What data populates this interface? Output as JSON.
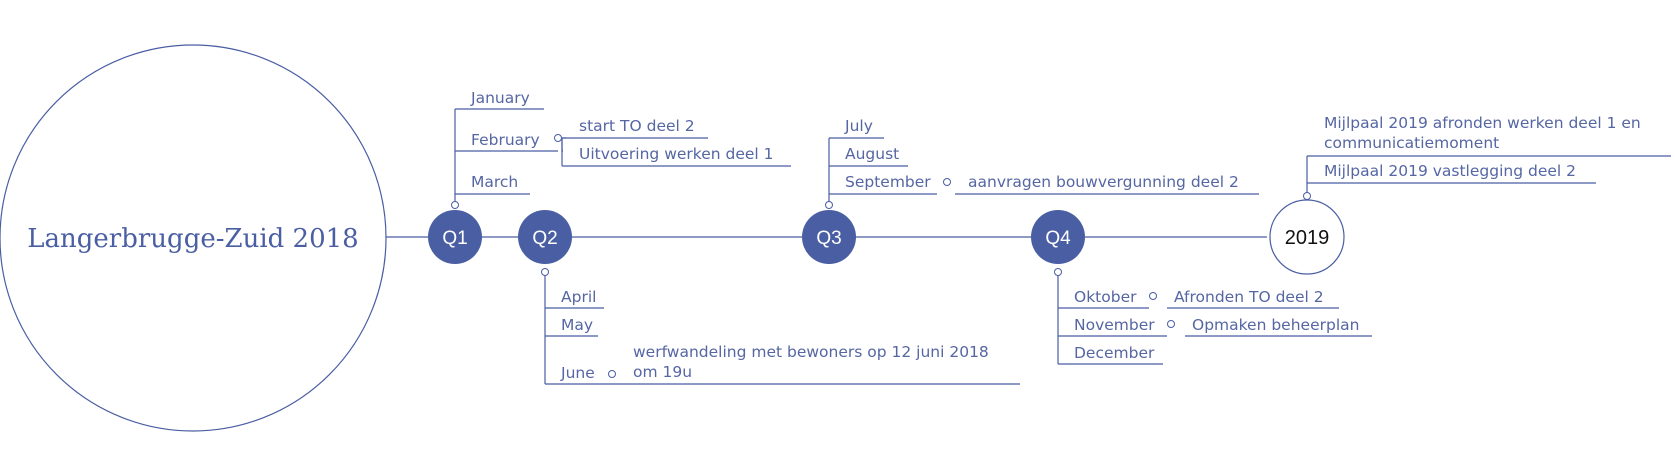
{
  "diagram": {
    "title": "Langerbrugge-Zuid 2018",
    "colors": {
      "line": "#4a5ea3",
      "node": "#4a5ea3",
      "text": "#5566a3",
      "end_text": "#111111"
    },
    "quarters": [
      {
        "label": "Q1",
        "months": [
          {
            "label": "January",
            "items": []
          },
          {
            "label": "February",
            "items": [
              "start TO deel 2",
              "Uitvoering werken deel 1"
            ]
          },
          {
            "label": "March",
            "items": []
          }
        ]
      },
      {
        "label": "Q2",
        "months": [
          {
            "label": "April",
            "items": []
          },
          {
            "label": "May",
            "items": []
          },
          {
            "label": "June",
            "items": [
              "werfwandeling met bewoners op 12 juni 2018 om 19u"
            ]
          }
        ]
      },
      {
        "label": "Q3",
        "months": [
          {
            "label": "July",
            "items": []
          },
          {
            "label": "August",
            "items": []
          },
          {
            "label": "September",
            "items": [
              "aanvragen bouwvergunning deel 2"
            ]
          }
        ]
      },
      {
        "label": "Q4",
        "months": [
          {
            "label": "Oktober",
            "items": [
              "Afronden TO deel 2"
            ]
          },
          {
            "label": "November",
            "items": [
              "Opmaken beheerplan"
            ]
          },
          {
            "label": "December",
            "items": []
          }
        ]
      }
    ],
    "end_node": {
      "label": "2019",
      "items": [
        "Mijlpaal 2019 afronden werken deel 1 en communicatiemoment",
        "Mijlpaal 2019 vastlegging deel 2"
      ]
    }
  }
}
